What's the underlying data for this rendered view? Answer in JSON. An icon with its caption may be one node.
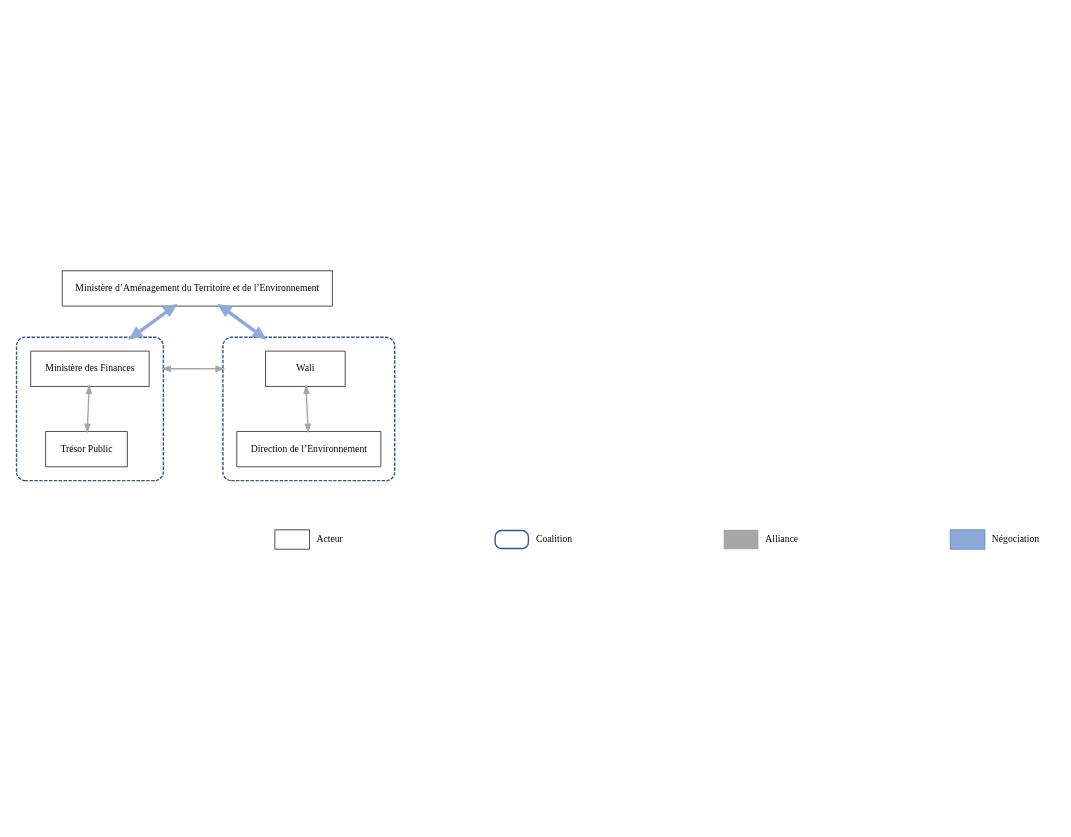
{
  "diagram": {
    "nodes": [
      {
        "text": [
          "Ministère d’Aménagement du Territoire et de l’Environnement"
        ]
      },
      {
        "text": [],
        "shape": "ellipse"
      },
      {
        "text": [
          "Ministère des Finances"
        ],
        "in": 1
      },
      {
        "text": [
          "Trésor Public"
        ],
        "in": 1
      },
      {
        "text": [],
        "shape": "ellipse"
      },
      {
        "text": [
          "Wali"
        ],
        "in": 4
      },
      {
        "text": [
          "Direction de l’Environnement"
        ],
        "in": 4
      }
    ],
    "edges": [
      {
        "from": 0,
        "to": 1,
        "arrow": "both",
        "style": "thick",
        "color": "#8eaadb"
      },
      {
        "from": 0,
        "to": 4,
        "arrow": "both",
        "style": "thick",
        "color": "#8eaadb"
      },
      {
        "from": 2,
        "to": 3,
        "arrow": "both",
        "color": "#a6a6a6"
      },
      {
        "from": 1,
        "to": 4,
        "arrow": "both",
        "color": "#a6a6a6"
      },
      {
        "from": 5,
        "to": 6,
        "arrow": "both",
        "color": "#a6a6a6"
      }
    ],
    "legend": [
      {
        "text": "Acteur"
      },
      {
        "text": "Coalition"
      },
      {
        "text": "Alliance"
      },
      {
        "text": "Négociation"
      }
    ]
  }
}
